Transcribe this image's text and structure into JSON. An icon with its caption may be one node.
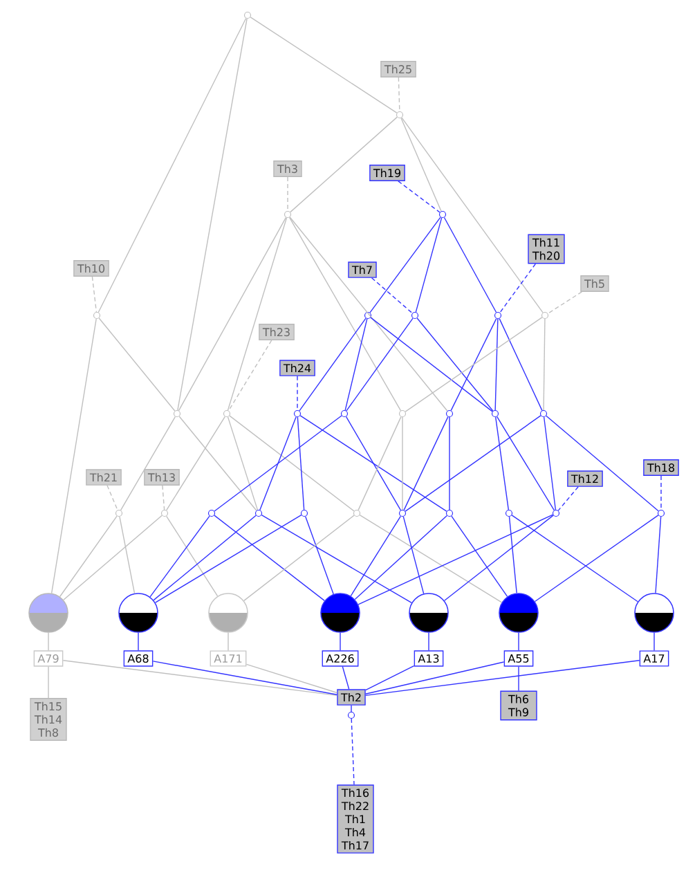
{
  "diagram": {
    "nodes": [
      {
        "text": [],
        "shape": "circle"
      },
      {
        "text": [
          "Th25"
        ]
      },
      {
        "text": [],
        "shape": "circle"
      },
      {
        "text": [
          "Th3"
        ]
      },
      {
        "text": [
          "Th19"
        ]
      },
      {
        "text": [],
        "shape": "circle"
      },
      {
        "text": [],
        "shape": "circle"
      },
      {
        "text": [
          "Th10"
        ]
      },
      {
        "text": [
          "Th7"
        ]
      },
      {
        "text": [
          "Th11 Th20"
        ]
      },
      {
        "text": [
          "Th5"
        ]
      },
      {
        "text": [],
        "shape": "circle"
      },
      {
        "text": [],
        "shape": "circle"
      },
      {
        "text": [],
        "shape": "circle"
      },
      {
        "text": [],
        "shape": "circle"
      },
      {
        "text": [],
        "shape": "circle"
      },
      {
        "text": [
          "Th23"
        ]
      },
      {
        "text": [
          "Th24"
        ]
      },
      {
        "text": [],
        "shape": "circle"
      },
      {
        "text": [],
        "shape": "circle"
      },
      {
        "text": [],
        "shape": "circle"
      },
      {
        "text": [],
        "shape": "circle"
      },
      {
        "text": [],
        "shape": "circle"
      },
      {
        "text": [],
        "shape": "circle"
      },
      {
        "text": [],
        "shape": "circle"
      },
      {
        "text": [],
        "shape": "circle"
      },
      {
        "text": [
          "Th21"
        ]
      },
      {
        "text": [
          "Th13"
        ]
      },
      {
        "text": [
          "Th12"
        ]
      },
      {
        "text": [
          "Th18"
        ]
      },
      {
        "text": [],
        "shape": "circle"
      },
      {
        "text": [],
        "shape": "circle"
      },
      {
        "text": [],
        "shape": "circle"
      },
      {
        "text": [],
        "shape": "circle"
      },
      {
        "text": [],
        "shape": "circle"
      },
      {
        "text": [],
        "shape": "circle"
      },
      {
        "text": [],
        "shape": "circle"
      },
      {
        "text": [],
        "shape": "circle"
      },
      {
        "text": [],
        "shape": "circle"
      },
      {
        "text": [],
        "shape": "circle"
      },
      {
        "text": [],
        "shape": "circle"
      },
      {
        "text": [],
        "shape": "circle"
      },
      {
        "text": [],
        "shape": "circle"
      },
      {
        "text": [],
        "shape": "circle"
      },
      {
        "text": [],
        "shape": "circle"
      },
      {
        "text": [],
        "shape": "circle"
      },
      {
        "text": [],
        "shape": "circle"
      },
      {
        "text": [],
        "shape": "circle"
      },
      {
        "text": [
          "A79"
        ]
      },
      {
        "text": [
          "A68"
        ]
      },
      {
        "text": [
          "A171"
        ]
      },
      {
        "text": [
          "A226"
        ]
      },
      {
        "text": [
          "A13"
        ]
      },
      {
        "text": [
          "A55"
        ]
      },
      {
        "text": [
          "A17"
        ]
      },
      {
        "text": [
          "Th2"
        ]
      },
      {
        "text": [
          "Th6 Th9"
        ]
      },
      {
        "text": [
          "Th15 Th14 Th8"
        ]
      },
      {
        "text": [],
        "shape": "circle"
      },
      {
        "text": [
          "Th16 Th22 Th1 Th4 Th17"
        ]
      }
    ],
    "edges": [
      {
        "from": 0,
        "to": 2,
        "arrow": "none",
        "color": "#c0c0c0"
      },
      {
        "from": 0,
        "to": 11,
        "arrow": "none",
        "color": "#c0c0c0"
      },
      {
        "from": 0,
        "to": 18,
        "arrow": "none",
        "color": "#c0c0c0"
      },
      {
        "from": 2,
        "to": 5,
        "arrow": "none",
        "color": "#c0c0c0"
      },
      {
        "from": 2,
        "to": 6,
        "arrow": "none",
        "color": "#c0c0c0"
      },
      {
        "from": 2,
        "to": 15,
        "arrow": "none",
        "color": "#c0c0c0"
      },
      {
        "from": 5,
        "to": 18,
        "arrow": "none",
        "color": "#c0c0c0"
      },
      {
        "from": 5,
        "to": 19,
        "arrow": "none",
        "color": "#c0c0c0"
      },
      {
        "from": 5,
        "to": 22,
        "arrow": "none",
        "color": "#c0c0c0"
      },
      {
        "from": 5,
        "to": 23,
        "arrow": "none",
        "color": "#c0c0c0"
      },
      {
        "from": 6,
        "to": 12,
        "arrow": "none"
      },
      {
        "from": 6,
        "to": 13,
        "arrow": "none"
      },
      {
        "from": 6,
        "to": 14,
        "arrow": "none"
      },
      {
        "from": 11,
        "to": 18,
        "arrow": "none",
        "color": "#c0c0c0"
      },
      {
        "from": 11,
        "to": 41,
        "arrow": "none",
        "color": "#c0c0c0"
      },
      {
        "from": 12,
        "to": 20,
        "arrow": "none"
      },
      {
        "from": 12,
        "to": 21,
        "arrow": "none"
      },
      {
        "from": 12,
        "to": 24,
        "arrow": "none"
      },
      {
        "from": 13,
        "to": 21,
        "arrow": "none"
      },
      {
        "from": 13,
        "to": 24,
        "arrow": "none"
      },
      {
        "from": 14,
        "to": 23,
        "arrow": "none"
      },
      {
        "from": 14,
        "to": 24,
        "arrow": "none"
      },
      {
        "from": 14,
        "to": 25,
        "arrow": "none"
      },
      {
        "from": 15,
        "to": 25,
        "arrow": "none",
        "color": "#c0c0c0"
      },
      {
        "from": 15,
        "to": 22,
        "arrow": "none",
        "color": "#c0c0c0"
      },
      {
        "from": 18,
        "to": 30,
        "arrow": "none",
        "color": "#c0c0c0"
      },
      {
        "from": 18,
        "to": 33,
        "arrow": "none",
        "color": "#c0c0c0"
      },
      {
        "from": 19,
        "to": 31,
        "arrow": "none",
        "color": "#c0c0c0"
      },
      {
        "from": 19,
        "to": 33,
        "arrow": "none",
        "color": "#c0c0c0"
      },
      {
        "from": 19,
        "to": 35,
        "arrow": "none",
        "color": "#c0c0c0"
      },
      {
        "from": 20,
        "to": 33,
        "arrow": "none"
      },
      {
        "from": 20,
        "to": 34,
        "arrow": "none"
      },
      {
        "from": 20,
        "to": 37,
        "arrow": "none"
      },
      {
        "from": 21,
        "to": 32,
        "arrow": "none"
      },
      {
        "from": 21,
        "to": 36,
        "arrow": "none"
      },
      {
        "from": 22,
        "to": 35,
        "arrow": "none",
        "color": "#c0c0c0"
      },
      {
        "from": 22,
        "to": 36,
        "arrow": "none",
        "color": "#c0c0c0"
      },
      {
        "from": 23,
        "to": 37,
        "arrow": "none"
      },
      {
        "from": 23,
        "to": 36,
        "arrow": "none"
      },
      {
        "from": 24,
        "to": 38,
        "arrow": "none"
      },
      {
        "from": 24,
        "to": 39,
        "arrow": "none"
      },
      {
        "from": 25,
        "to": 36,
        "arrow": "none"
      },
      {
        "from": 25,
        "to": 39,
        "arrow": "none"
      },
      {
        "from": 25,
        "to": 40,
        "arrow": "none"
      },
      {
        "from": 30,
        "to": 41,
        "arrow": "none",
        "color": "#c0c0c0"
      },
      {
        "from": 30,
        "to": 42,
        "arrow": "none",
        "color": "#c0c0c0"
      },
      {
        "from": 31,
        "to": 41,
        "arrow": "none",
        "color": "#c0c0c0"
      },
      {
        "from": 31,
        "to": 43,
        "arrow": "none",
        "color": "#c0c0c0"
      },
      {
        "from": 32,
        "to": 42,
        "arrow": "none"
      },
      {
        "from": 32,
        "to": 44,
        "arrow": "none"
      },
      {
        "from": 33,
        "to": 42,
        "arrow": "none"
      },
      {
        "from": 33,
        "to": 45,
        "arrow": "none"
      },
      {
        "from": 34,
        "to": 44,
        "arrow": "none"
      },
      {
        "from": 34,
        "to": 42,
        "arrow": "none"
      },
      {
        "from": 35,
        "to": 43,
        "arrow": "none",
        "color": "#c0c0c0"
      },
      {
        "from": 35,
        "to": 46,
        "arrow": "none",
        "color": "#c0c0c0"
      },
      {
        "from": 36,
        "to": 44,
        "arrow": "none"
      },
      {
        "from": 36,
        "to": 45,
        "arrow": "none"
      },
      {
        "from": 37,
        "to": 44,
        "arrow": "none"
      },
      {
        "from": 37,
        "to": 46,
        "arrow": "none"
      },
      {
        "from": 38,
        "to": 46,
        "arrow": "none"
      },
      {
        "from": 38,
        "to": 47,
        "arrow": "none"
      },
      {
        "from": 39,
        "to": 44,
        "arrow": "none"
      },
      {
        "from": 39,
        "to": 45,
        "arrow": "none"
      },
      {
        "from": 40,
        "to": 47,
        "arrow": "none"
      },
      {
        "from": 40,
        "to": 46,
        "arrow": "none"
      },
      {
        "from": 41,
        "to": 48,
        "arrow": "none",
        "color": "#c0c0c0"
      },
      {
        "from": 42,
        "to": 49,
        "arrow": "none"
      },
      {
        "from": 43,
        "to": 50,
        "arrow": "none",
        "color": "#c0c0c0"
      },
      {
        "from": 44,
        "to": 51,
        "arrow": "none"
      },
      {
        "from": 45,
        "to": 52,
        "arrow": "none"
      },
      {
        "from": 46,
        "to": 53,
        "arrow": "none"
      },
      {
        "from": 47,
        "to": 54,
        "arrow": "none"
      },
      {
        "from": 48,
        "to": 55,
        "arrow": "none",
        "color": "#c0c0c0"
      },
      {
        "from": 49,
        "to": 55,
        "arrow": "none"
      },
      {
        "from": 50,
        "to": 55,
        "arrow": "none",
        "color": "#c0c0c0"
      },
      {
        "from": 51,
        "to": 55,
        "arrow": "none"
      },
      {
        "from": 52,
        "to": 55,
        "arrow": "none"
      },
      {
        "from": 53,
        "to": 55,
        "arrow": "none"
      },
      {
        "from": 54,
        "to": 55,
        "arrow": "none"
      },
      {
        "from": 48,
        "to": 57,
        "arrow": "none",
        "color": "#c0c0c0"
      },
      {
        "from": 53,
        "to": 56,
        "arrow": "none"
      },
      {
        "from": 55,
        "to": 58,
        "arrow": "none"
      },
      {
        "from": 1,
        "to": 2,
        "arrow": "none",
        "style": "dashed",
        "color": "#c0c0c0"
      },
      {
        "from": 3,
        "to": 5,
        "arrow": "none",
        "style": "dashed",
        "color": "#c0c0c0"
      },
      {
        "from": 4,
        "to": 6,
        "arrow": "none",
        "style": "dashed"
      },
      {
        "from": 7,
        "to": 11,
        "arrow": "none",
        "style": "dashed",
        "color": "#c0c0c0"
      },
      {
        "from": 8,
        "to": 13,
        "arrow": "none",
        "style": "dashed"
      },
      {
        "from": 9,
        "to": 14,
        "arrow": "none",
        "style": "dashed"
      },
      {
        "from": 10,
        "to": 15,
        "arrow": "none",
        "style": "dashed",
        "color": "#c0c0c0"
      },
      {
        "from": 16,
        "to": 19,
        "arrow": "none",
        "style": "dashed",
        "color": "#c0c0c0"
      },
      {
        "from": 17,
        "to": 20,
        "arrow": "none",
        "style": "dashed"
      },
      {
        "from": 26,
        "to": 30,
        "arrow": "none",
        "style": "dashed",
        "color": "#c0c0c0"
      },
      {
        "from": 27,
        "to": 31,
        "arrow": "none",
        "style": "dashed",
        "color": "#c0c0c0"
      },
      {
        "from": 28,
        "to": 39,
        "arrow": "none",
        "style": "dashed"
      },
      {
        "from": 29,
        "to": 40,
        "arrow": "none",
        "style": "dashed"
      },
      {
        "from": 58,
        "to": 59,
        "arrow": "none",
        "style": "dashed"
      }
    ]
  }
}
